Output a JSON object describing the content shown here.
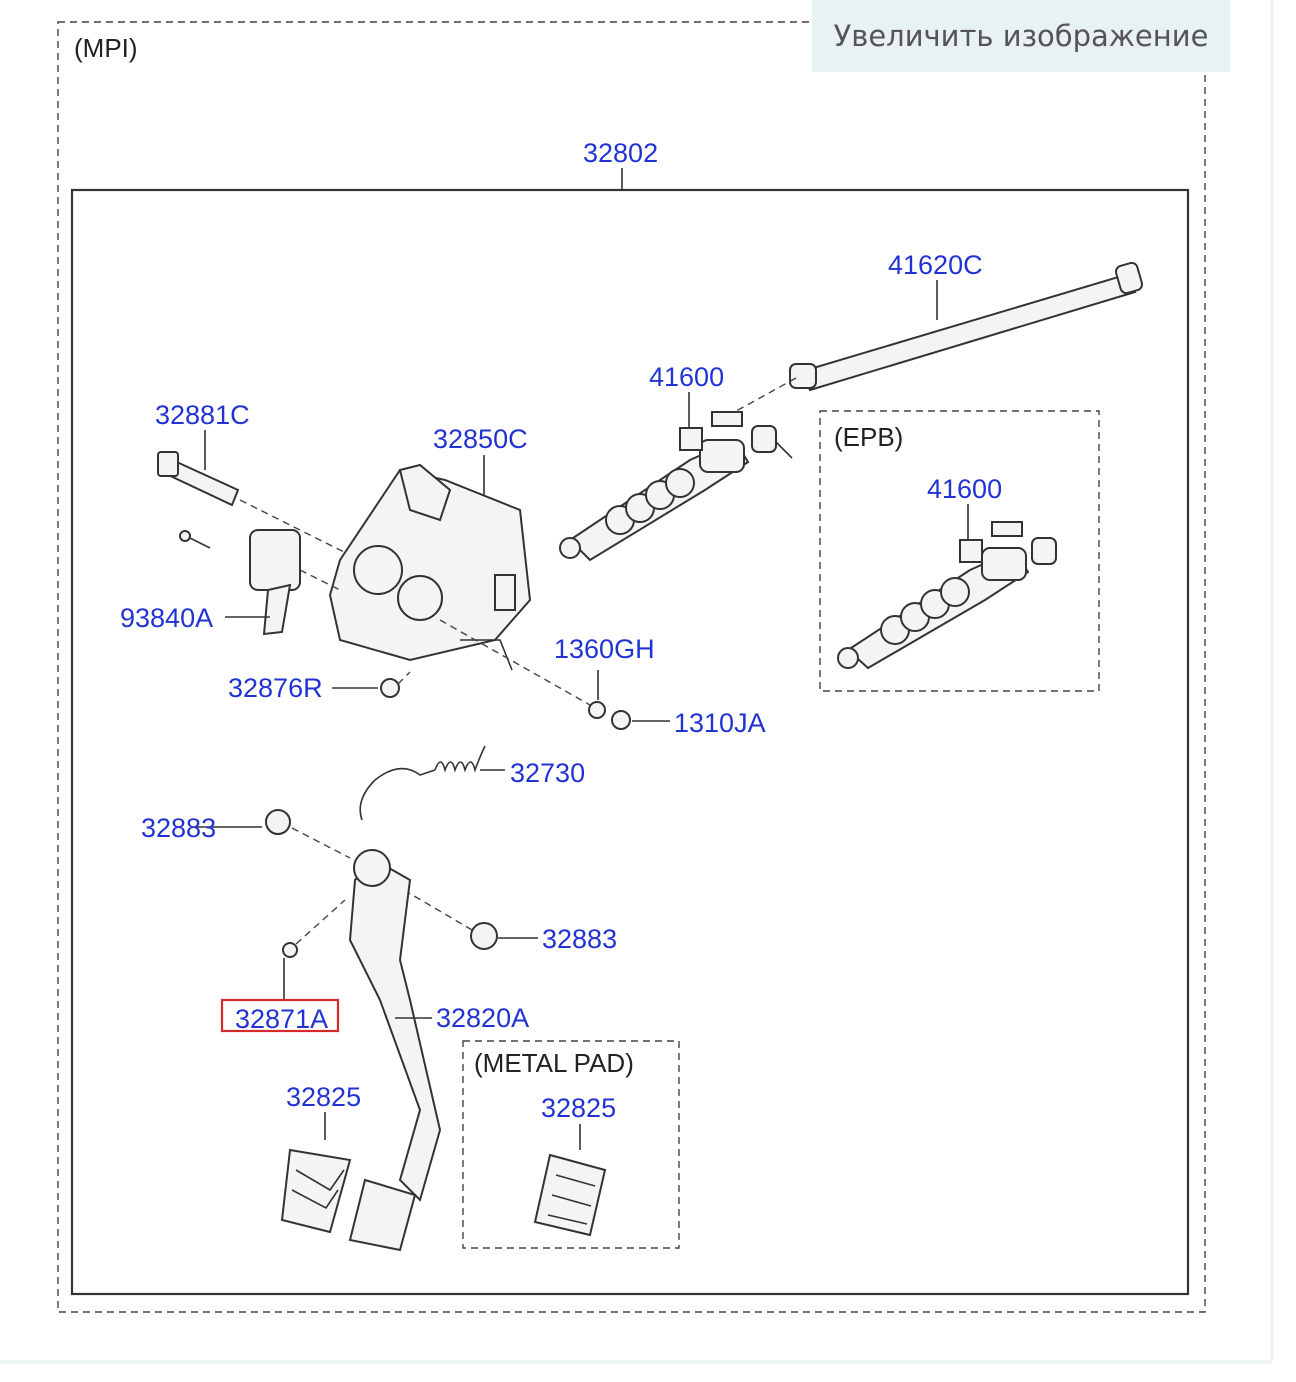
{
  "zoom_button": {
    "label": "Увеличить изображение"
  },
  "diagram": {
    "variant_label": "(MPI)",
    "epb_label": "(EPB)",
    "metal_pad_label": "(METAL PAD)",
    "highlight_color": "#d42a2a",
    "label_color": "#2233d4",
    "parts": [
      "32802",
      "41620C",
      "41600",
      "41600",
      "32881C",
      "32850C",
      "93840A",
      "1360GH",
      "32876R",
      "1310JA",
      "32730",
      "32883",
      "32883",
      "32871A",
      "32820A",
      "32825",
      "32825"
    ]
  }
}
